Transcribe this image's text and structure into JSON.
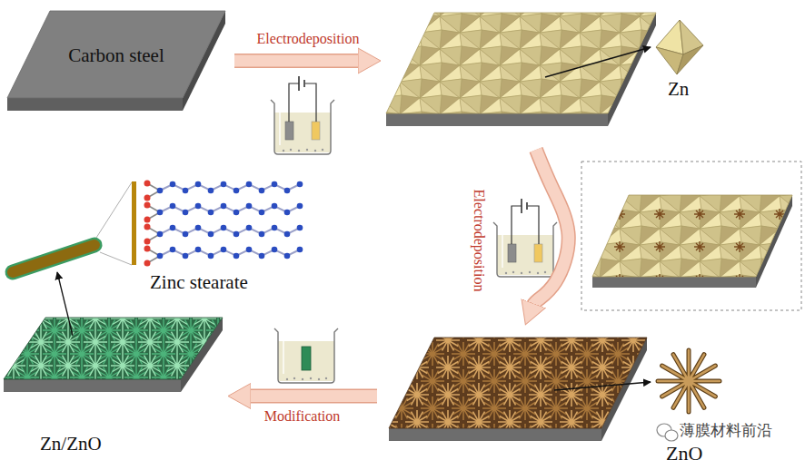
{
  "diagram": {
    "nodes": [
      {
        "text": [
          "Carbon steel"
        ]
      },
      {
        "text": [
          "Zn"
        ]
      },
      {
        "text": [
          "ZnO"
        ]
      },
      {
        "text": [
          "Zn/ZnO"
        ]
      }
    ],
    "edges": [
      {
        "from": 0,
        "to": 1,
        "arrow": "to",
        "label": "Electrodeposition"
      },
      {
        "from": 1,
        "to": 2,
        "arrow": "to",
        "label": "Electrodeposition"
      },
      {
        "from": 2,
        "to": 3,
        "arrow": "to",
        "label": "Modification"
      }
    ],
    "labels": [
      "Zinc stearate",
      "薄膜材料前沿"
    ]
  }
}
